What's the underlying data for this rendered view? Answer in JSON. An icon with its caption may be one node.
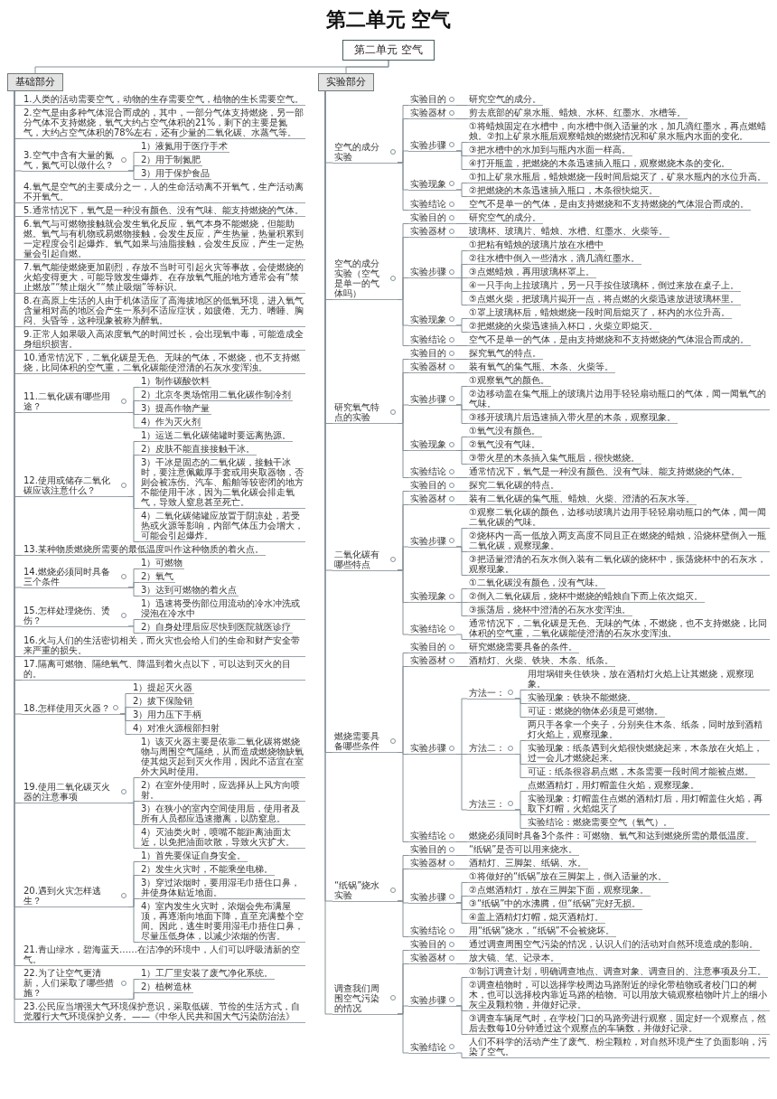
{
  "diagram": {
    "title": "第二单元 空气",
    "nodes": [
      {
        "text": [
          "第二单元 空气"
        ]
      },
      {
        "text": [
          "基础部分"
        ]
      },
      {
        "text": [
          "1.人类的活动需要空气，动物的生存需要空气，植物的生长需要空气。"
        ]
      },
      {
        "text": [
          "2.空气是由多种气体混合而成的，其中，一部分气体支持燃烧，另一部分气体不支持燃烧，氧气大约占空气体积的21%，剩下的主要是氮气，大约占空气体积的78%左右，还有少量的二氧化碳、水蒸气等。"
        ]
      },
      {
        "text": [
          "3.空气中含有大量的氮气，氮气可以做什么？"
        ]
      },
      {
        "text": [
          "1）液氮用于医疗手术"
        ]
      },
      {
        "text": [
          "2）用于制氮肥"
        ]
      },
      {
        "text": [
          "3）用于保护食品"
        ]
      },
      {
        "text": [
          "4.氧气是空气的主要成分之一，人的生命活动离不开氧气，生产活动离不开氧气。"
        ]
      },
      {
        "text": [
          "5.通常情况下，氧气是一种没有颜色、没有气味、能支持燃烧的气体。"
        ]
      },
      {
        "text": [
          "6.氧气与可燃物接触就会发生氧化反应，氧气本身不能燃烧，但能助燃。氧气与有机物或易燃物接触，会发生反应，产生热量，热量积累到一定程度会引起爆炸。氧气如果与油脂接触，会发生反应，产生一定热量会引起自燃。"
        ]
      },
      {
        "text": [
          "7.氧气能使燃烧更加剧烈，存放不当时可引起火灾等事故，会使燃烧的火焰变得更大，可能导致发生爆炸。在存放氧气瓶的地方通常会有“禁止燃放”“禁止烟火”“禁止吸烟”等标识。"
        ]
      },
      {
        "text": [
          "8.在高原上生活的人由于机体适应了高海拔地区的低氧环境，进入氧气含量相对高的地区会产生一系列不适应症状，如疲倦、无力、嗜睡、胸闷、头昏等，这种现象被称为醉氧。"
        ]
      },
      {
        "text": [
          "9.正常人如果吸入高浓度氧气的时间过长，会出现氧中毒，可能造成全身组织损害。"
        ]
      },
      {
        "text": [
          "10.通常情况下，二氧化碳是无色、无味的气体，不燃烧，也不支持燃烧，比同体积的空气重，二氧化碳能使澄清的石灰水变浑浊。"
        ]
      },
      {
        "text": [
          "11.二氧化碳有哪些用途？"
        ]
      },
      {
        "text": [
          "1）制作碳酸饮料"
        ]
      },
      {
        "text": [
          "2）北京冬奥场馆用二氧化碳作制冷剂"
        ]
      },
      {
        "text": [
          "3）提高作物产量"
        ]
      },
      {
        "text": [
          "4）作为灭火剂"
        ]
      },
      {
        "text": [
          "12.使用或储存二氧化碳应该注意什么？"
        ]
      },
      {
        "text": [
          "1）运送二氧化碳储罐时要远离热源。"
        ]
      },
      {
        "text": [
          "2）皮肤不能直接接触干冰。"
        ]
      },
      {
        "text": [
          "3）干冰是固态的二氧化碳，接触干冰时，要注意佩戴厚手套或用夹取器物，否则会被冻伤。汽车、船舶等较密闭的地方不能使用干冰，因为二氧化碳会排走氧气，导致人窒息甚至死亡。"
        ]
      },
      {
        "text": [
          "4）二氧化碳储罐应放置于阴凉处，若受热或火源等影响，内部气体压力会增大，可能会引起爆炸。"
        ]
      },
      {
        "text": [
          "13.某种物质燃烧所需要的最低温度叫作这种物质的着火点。"
        ]
      },
      {
        "text": [
          "14.燃烧必须同时具备三个条件"
        ]
      },
      {
        "text": [
          "1）可燃物"
        ]
      },
      {
        "text": [
          "2）氧气"
        ]
      },
      {
        "text": [
          "3）达到可燃物的着火点"
        ]
      },
      {
        "text": [
          "15.怎样处理烧伤、烫伤？"
        ]
      },
      {
        "text": [
          "1）迅速将受伤部位用流动的冷水冲洗或浸泡在冷水中"
        ]
      },
      {
        "text": [
          "2）自身处理后应尽快到医院就医诊疗"
        ]
      },
      {
        "text": [
          "16.火与人们的生活密切相关，而火灾也会给人们的生命和财产安全带来严重的损失。"
        ]
      },
      {
        "text": [
          "17.隔离可燃物、隔绝氧气、降温到着火点以下，可以达到灭火的目的。"
        ]
      },
      {
        "text": [
          "18.怎样使用灭火器？"
        ]
      },
      {
        "text": [
          "1）提起灭火器"
        ]
      },
      {
        "text": [
          "2）拔下保险销"
        ]
      },
      {
        "text": [
          "3）用力压下手柄"
        ]
      },
      {
        "text": [
          "4）对准火源根部扫射"
        ]
      },
      {
        "text": [
          "19.使用二氧化碳灭火器的注意事项"
        ]
      },
      {
        "text": [
          "1）该灭火器主要是依靠二氧化碳将燃烧物与周围空气隔绝，从而造成燃烧物缺氧使其熄灭起到灭火作用，因此不适宜在室外大风时使用。"
        ]
      },
      {
        "text": [
          "2）在室外使用时，应选择从上风方向喷射。"
        ]
      },
      {
        "text": [
          "3）在狭小的室内空间使用后，使用者及所有人员都应迅速撤离，以防窒息。"
        ]
      },
      {
        "text": [
          "4）灭油类火时，喷嘴不能距离油面太近，以免把油面吹散，导致火灾扩大。"
        ]
      },
      {
        "text": [
          "20.遇到火灾怎样逃生？"
        ]
      },
      {
        "text": [
          "1）首先要保证自身安全。"
        ]
      },
      {
        "text": [
          "2）发生火灾时，不能乘坐电梯。"
        ]
      },
      {
        "text": [
          "3）穿过浓烟时，要用湿毛巾捂住口鼻，并使身体贴近地面。"
        ]
      },
      {
        "text": [
          "4）室内发生火灾时，浓烟会先布满屋顶，再逐渐向地面下降，直至充满整个空间。因此，逃生时要用湿毛巾捂住口鼻，尽量压低身体，以减少浓烟的伤害。"
        ]
      },
      {
        "text": [
          "21.青山绿水，碧海蓝天……在洁净的环境中，人们可以呼吸清新的空气。"
        ]
      },
      {
        "text": [
          "22.为了让空气更清新，人们采取了哪些措施？"
        ]
      },
      {
        "text": [
          "1）工厂里安装了废气净化系统。"
        ]
      },
      {
        "text": [
          "2）植树造林"
        ]
      },
      {
        "text": [
          "23.公民应当增强大气环境保护意识，采取低碳、节俭的生活方式，自觉履行大气环境保护义务。——《中华人民共和国大气污染防治法》"
        ]
      },
      {
        "text": [
          "实验部分"
        ]
      },
      {
        "text": [
          "空气的成分实验"
        ]
      },
      {
        "text": [
          "实验目的"
        ]
      },
      {
        "text": [
          "研究空气的成分。"
        ]
      },
      {
        "text": [
          "实验器材"
        ]
      },
      {
        "text": [
          "剪去底部的矿泉水瓶、蜡烛、水杯、红墨水、水槽等。"
        ]
      },
      {
        "text": [
          "实验步骤"
        ]
      },
      {
        "text": [
          "①将蜡烛固定在水槽中，向水槽中倒入适量的水，加几滴红墨水，再点燃蜡烛。②扣上矿泉水瓶后观察蜡烛的燃烧情况和矿泉水瓶内水面的变化。"
        ]
      },
      {
        "text": [
          "③把水槽中的水加到与瓶内水面一样高。"
        ]
      },
      {
        "text": [
          "④打开瓶盖，把燃烧的木条迅速插入瓶口，观察燃烧木条的变化。"
        ]
      },
      {
        "text": [
          "实验现象"
        ]
      },
      {
        "text": [
          "①扣上矿泉水瓶后，蜡烛燃烧一段时间后熄灭了，矿泉水瓶内的水位升高。"
        ]
      },
      {
        "text": [
          "②把燃烧的木条迅速插入瓶口，木条很快熄灭。"
        ]
      },
      {
        "text": [
          "实验结论"
        ]
      },
      {
        "text": [
          "空气不是单一的气体，是由支持燃烧和不支持燃烧的气体混合而成的。"
        ]
      },
      {
        "text": [
          "空气的成分实验（空气是单一的气体吗）"
        ]
      },
      {
        "text": [
          "实验目的"
        ]
      },
      {
        "text": [
          "研究空气的成分。"
        ]
      },
      {
        "text": [
          "实验器材"
        ]
      },
      {
        "text": [
          "玻璃杯、玻璃片、蜡烛、水槽、红墨水、火柴等。"
        ]
      },
      {
        "text": [
          "实验步骤"
        ]
      },
      {
        "text": [
          "①把粘有蜡烛的玻璃片放在水槽中"
        ]
      },
      {
        "text": [
          "②往水槽中倒入一些清水，滴几滴红墨水。"
        ]
      },
      {
        "text": [
          "③点燃蜡烛，再用玻璃杯罩上。"
        ]
      },
      {
        "text": [
          "④一只手向上拉玻璃片，另一只手按住玻璃杯，倒过来放在桌子上。"
        ]
      },
      {
        "text": [
          "⑤点燃火柴，把玻璃片揭开一点，将点燃的火柴迅速放进玻璃杯里。"
        ]
      },
      {
        "text": [
          "实验现象"
        ]
      },
      {
        "text": [
          "①罩上玻璃杯后，蜡烛燃烧一段时间后熄灭了，杯内的水位升高。"
        ]
      },
      {
        "text": [
          "②把燃烧的火柴迅速插入杯口，火柴立即熄灭。"
        ]
      },
      {
        "text": [
          "实验结论"
        ]
      },
      {
        "text": [
          "空气不是单一的气体，是由支持燃烧和不支持燃烧的气体混合而成的。"
        ]
      },
      {
        "text": [
          "研究氧气特点的实验"
        ]
      },
      {
        "text": [
          "实验目的"
        ]
      },
      {
        "text": [
          "探究氧气的特点。"
        ]
      },
      {
        "text": [
          "实验器材"
        ]
      },
      {
        "text": [
          "装有氧气的集气瓶、木条、火柴等。"
        ]
      },
      {
        "text": [
          "实验步骤"
        ]
      },
      {
        "text": [
          "①观察氧气的颜色。"
        ]
      },
      {
        "text": [
          "②边移动盖在集气瓶上的玻璃片边用手轻轻扇动瓶口的气体，闻一闻氧气的气味。"
        ]
      },
      {
        "text": [
          "③移开玻璃片后迅速插入带火星的木条，观察现象。"
        ]
      },
      {
        "text": [
          "实验现象"
        ]
      },
      {
        "text": [
          "①氧气没有颜色。"
        ]
      },
      {
        "text": [
          "②氧气没有气味。"
        ]
      },
      {
        "text": [
          "③带火星的木条插入集气瓶后，很快燃烧。"
        ]
      },
      {
        "text": [
          "实验结论"
        ]
      },
      {
        "text": [
          "通常情况下，氧气是一种没有颜色、没有气味、能支持燃烧的气体。"
        ]
      },
      {
        "text": [
          "二氧化碳有哪些特点"
        ]
      },
      {
        "text": [
          "实验目的"
        ]
      },
      {
        "text": [
          "探究二氧化碳的特点。"
        ]
      },
      {
        "text": [
          "实验器材"
        ]
      },
      {
        "text": [
          "装有二氧化碳的集气瓶、蜡烛、火柴、澄清的石灰水等。"
        ]
      },
      {
        "text": [
          "实验步骤"
        ]
      },
      {
        "text": [
          "①观察二氧化碳的颜色，边移动玻璃片边用手轻轻扇动瓶口的气体，闻一闻二氧化碳的气味。"
        ]
      },
      {
        "text": [
          "②烧杯内一高一低放入两支高度不同且正在燃烧的蜡烛，沿烧杯壁倒入一瓶二氧化碳，观察现象。"
        ]
      },
      {
        "text": [
          "③把适量澄清的石灰水倒入装有二氧化碳的烧杯中，振荡烧杯中的石灰水，观察现象。"
        ]
      },
      {
        "text": [
          "实验现象"
        ]
      },
      {
        "text": [
          "①二氧化碳没有颜色，没有气味。"
        ]
      },
      {
        "text": [
          "②倒入二氧化碳后，烧杯中燃烧的蜡烛自下而上依次熄灭。"
        ]
      },
      {
        "text": [
          "③振荡后，烧杯中澄清的石灰水变浑浊。"
        ]
      },
      {
        "text": [
          "实验结论"
        ]
      },
      {
        "text": [
          "通常情况下，二氧化碳是无色、无味的气体，不燃烧，也不支持燃烧，比同体积的空气重，二氧化碳能使澄清的石灰水变浑浊。"
        ]
      },
      {
        "text": [
          "燃烧需要具备哪些条件"
        ]
      },
      {
        "text": [
          "实验目的"
        ]
      },
      {
        "text": [
          "研究燃烧需要具备的条件。"
        ]
      },
      {
        "text": [
          "实验器材"
        ]
      },
      {
        "text": [
          "酒精灯、火柴、铁块、木条、纸条。"
        ]
      },
      {
        "text": [
          "实验步骤"
        ]
      },
      {
        "text": [
          "方法一："
        ]
      },
      {
        "text": [
          "用坩埚钳夹住铁块，放在酒精灯火焰上让其燃烧，观察现象。"
        ]
      },
      {
        "text": [
          "实验现象：铁块不能燃烧。"
        ]
      },
      {
        "text": [
          "可证：燃烧的物体必须是可燃物。"
        ]
      },
      {
        "text": [
          "方法二："
        ]
      },
      {
        "text": [
          "两只手各拿一个夹子，分别夹住木条、纸条，同时放到酒精灯火焰上，观察现象。"
        ]
      },
      {
        "text": [
          "实验现象：纸条遇到火焰很快燃烧起来，木条放在火焰上，过一会儿才燃烧起来。"
        ]
      },
      {
        "text": [
          "可证：纸条很容易点燃，木条需要一段时间才能被点燃。"
        ]
      },
      {
        "text": [
          "方法三："
        ]
      },
      {
        "text": [
          "点燃酒精灯，用灯帽盖住火焰，观察现象。"
        ]
      },
      {
        "text": [
          "实验现象：灯帽盖住点燃的酒精灯后，用灯帽盖住火焰，再取下灯帽，火焰熄灭了"
        ]
      },
      {
        "text": [
          "实验结论：燃烧需要空气（氧气）。"
        ]
      },
      {
        "text": [
          "实验结论"
        ]
      },
      {
        "text": [
          "燃烧必须同时具备3个条件：可燃物、氧气和达到燃烧所需的最低温度。"
        ]
      },
      {
        "text": [
          "“纸锅”烧水实验"
        ]
      },
      {
        "text": [
          "实验目的"
        ]
      },
      {
        "text": [
          "“纸锅”是否可以用来烧水。"
        ]
      },
      {
        "text": [
          "实验器材"
        ]
      },
      {
        "text": [
          "酒精灯、三脚架、纸锅、水。"
        ]
      },
      {
        "text": [
          "实验步骤"
        ]
      },
      {
        "text": [
          "①将做好的“纸锅”放在三脚架上，倒入适量的水。"
        ]
      },
      {
        "text": [
          "②点燃酒精灯，放在三脚架下面，观察现象。"
        ]
      },
      {
        "text": [
          "③“纸锅”中的水沸腾，但“纸锅”完好无损。"
        ]
      },
      {
        "text": [
          "④盖上酒精灯灯帽，熄灭酒精灯。"
        ]
      },
      {
        "text": [
          "实验结论"
        ]
      },
      {
        "text": [
          "用“纸锅”烧水，“纸锅”不会被烧坏。"
        ]
      },
      {
        "text": [
          "调查我们周围空气污染的情况"
        ]
      },
      {
        "text": [
          "实验目的"
        ]
      },
      {
        "text": [
          "通过调查周围空气污染的情况，认识人们的活动对自然环境造成的影响。"
        ]
      },
      {
        "text": [
          "实验器材"
        ]
      },
      {
        "text": [
          "放大镜、笔、记录本。"
        ]
      },
      {
        "text": [
          "实验步骤"
        ]
      },
      {
        "text": [
          "①制订调查计划，明确调查地点、调查对象、调查目的、注意事项及分工。"
        ]
      },
      {
        "text": [
          "②调查植物时，可以选择学校周边马路附近的绿化带植物或者校门口的树木，也可以选择校内靠近马路的植物。可以用放大镜观察植物叶片上的细小灰尘及颗粒物，并做好记录。"
        ]
      },
      {
        "text": [
          "③调查车辆尾气时，在学校门口的马路旁进行观察，固定好一个观察点，然后去数每10分钟通过这个观察点的车辆数，并做好记录。"
        ]
      },
      {
        "text": [
          "实验结论"
        ]
      },
      {
        "text": [
          "人们不科学的活动产生了废气、粉尘颗粒，对自然环境产生了负面影响，污染了空气。"
        ]
      }
    ],
    "edges": [
      {
        "from": 0,
        "to": 1,
        "arrow": "none"
      },
      {
        "from": 0,
        "to": 55,
        "arrow": "none"
      },
      {
        "from": 1,
        "to": 2,
        "arrow": "none"
      },
      {
        "from": 1,
        "to": 3,
        "arrow": "none"
      },
      {
        "from": 1,
        "to": 4,
        "arrow": "none"
      },
      {
        "from": 1,
        "to": 8,
        "arrow": "none"
      },
      {
        "from": 1,
        "to": 9,
        "arrow": "none"
      },
      {
        "from": 1,
        "to": 10,
        "arrow": "none"
      },
      {
        "from": 1,
        "to": 11,
        "arrow": "none"
      },
      {
        "from": 1,
        "to": 12,
        "arrow": "none"
      },
      {
        "from": 1,
        "to": 13,
        "arrow": "none"
      },
      {
        "from": 1,
        "to": 14,
        "arrow": "none"
      },
      {
        "from": 1,
        "to": 15,
        "arrow": "none"
      },
      {
        "from": 1,
        "to": 20,
        "arrow": "none"
      },
      {
        "from": 1,
        "to": 25,
        "arrow": "none"
      },
      {
        "from": 1,
        "to": 26,
        "arrow": "none"
      },
      {
        "from": 1,
        "to": 30,
        "arrow": "none"
      },
      {
        "from": 1,
        "to": 33,
        "arrow": "none"
      },
      {
        "from": 1,
        "to": 34,
        "arrow": "none"
      },
      {
        "from": 1,
        "to": 35,
        "arrow": "none"
      },
      {
        "from": 1,
        "to": 40,
        "arrow": "none"
      },
      {
        "from": 1,
        "to": 45,
        "arrow": "none"
      },
      {
        "from": 1,
        "to": 50,
        "arrow": "none"
      },
      {
        "from": 1,
        "to": 51,
        "arrow": "none"
      },
      {
        "from": 1,
        "to": 54,
        "arrow": "none"
      },
      {
        "from": 4,
        "to": 5,
        "arrow": "none"
      },
      {
        "from": 4,
        "to": 6,
        "arrow": "none"
      },
      {
        "from": 4,
        "to": 7,
        "arrow": "none"
      },
      {
        "from": 15,
        "to": 16,
        "arrow": "none"
      },
      {
        "from": 15,
        "to": 17,
        "arrow": "none"
      },
      {
        "from": 15,
        "to": 18,
        "arrow": "none"
      },
      {
        "from": 15,
        "to": 19,
        "arrow": "none"
      },
      {
        "from": 20,
        "to": 21,
        "arrow": "none"
      },
      {
        "from": 20,
        "to": 22,
        "arrow": "none"
      },
      {
        "from": 20,
        "to": 23,
        "arrow": "none"
      },
      {
        "from": 20,
        "to": 24,
        "arrow": "none"
      },
      {
        "from": 26,
        "to": 27,
        "arrow": "none"
      },
      {
        "from": 26,
        "to": 28,
        "arrow": "none"
      },
      {
        "from": 26,
        "to": 29,
        "arrow": "none"
      },
      {
        "from": 30,
        "to": 31,
        "arrow": "none"
      },
      {
        "from": 30,
        "to": 32,
        "arrow": "none"
      },
      {
        "from": 35,
        "to": 36,
        "arrow": "none"
      },
      {
        "from": 35,
        "to": 37,
        "arrow": "none"
      },
      {
        "from": 35,
        "to": 38,
        "arrow": "none"
      },
      {
        "from": 35,
        "to": 39,
        "arrow": "none"
      },
      {
        "from": 40,
        "to": 41,
        "arrow": "none"
      },
      {
        "from": 40,
        "to": 42,
        "arrow": "none"
      },
      {
        "from": 40,
        "to": 43,
        "arrow": "none"
      },
      {
        "from": 40,
        "to": 44,
        "arrow": "none"
      },
      {
        "from": 45,
        "to": 46,
        "arrow": "none"
      },
      {
        "from": 45,
        "to": 47,
        "arrow": "none"
      },
      {
        "from": 45,
        "to": 48,
        "arrow": "none"
      },
      {
        "from": 45,
        "to": 49,
        "arrow": "none"
      },
      {
        "from": 51,
        "to": 52,
        "arrow": "none"
      },
      {
        "from": 51,
        "to": 53,
        "arrow": "none"
      },
      {
        "from": 55,
        "to": 56,
        "arrow": "none"
      },
      {
        "from": 55,
        "to": 70,
        "arrow": "none"
      },
      {
        "from": 55,
        "to": 86,
        "arrow": "none"
      },
      {
        "from": 55,
        "to": 101,
        "arrow": "none"
      },
      {
        "from": 55,
        "to": 116,
        "arrow": "none"
      },
      {
        "from": 55,
        "to": 136,
        "arrow": "none"
      },
      {
        "from": 55,
        "to": 148,
        "arrow": "none"
      },
      {
        "from": 56,
        "to": 57,
        "arrow": "none"
      },
      {
        "from": 56,
        "to": 59,
        "arrow": "none"
      },
      {
        "from": 56,
        "to": 61,
        "arrow": "none"
      },
      {
        "from": 56,
        "to": 65,
        "arrow": "none"
      },
      {
        "from": 56,
        "to": 68,
        "arrow": "none"
      },
      {
        "from": 57,
        "to": 58,
        "arrow": "none"
      },
      {
        "from": 59,
        "to": 60,
        "arrow": "none"
      },
      {
        "from": 61,
        "to": 62,
        "arrow": "none"
      },
      {
        "from": 61,
        "to": 63,
        "arrow": "none"
      },
      {
        "from": 61,
        "to": 64,
        "arrow": "none"
      },
      {
        "from": 65,
        "to": 66,
        "arrow": "none"
      },
      {
        "from": 65,
        "to": 67,
        "arrow": "none"
      },
      {
        "from": 68,
        "to": 69,
        "arrow": "none"
      },
      {
        "from": 70,
        "to": 71,
        "arrow": "none"
      },
      {
        "from": 70,
        "to": 73,
        "arrow": "none"
      },
      {
        "from": 70,
        "to": 75,
        "arrow": "none"
      },
      {
        "from": 70,
        "to": 81,
        "arrow": "none"
      },
      {
        "from": 70,
        "to": 84,
        "arrow": "none"
      },
      {
        "from": 71,
        "to": 72,
        "arrow": "none"
      },
      {
        "from": 73,
        "to": 74,
        "arrow": "none"
      },
      {
        "from": 75,
        "to": 76,
        "arrow": "none"
      },
      {
        "from": 75,
        "to": 77,
        "arrow": "none"
      },
      {
        "from": 75,
        "to": 78,
        "arrow": "none"
      },
      {
        "from": 75,
        "to": 79,
        "arrow": "none"
      },
      {
        "from": 75,
        "to": 80,
        "arrow": "none"
      },
      {
        "from": 81,
        "to": 82,
        "arrow": "none"
      },
      {
        "from": 81,
        "to": 83,
        "arrow": "none"
      },
      {
        "from": 84,
        "to": 85,
        "arrow": "none"
      },
      {
        "from": 86,
        "to": 87,
        "arrow": "none"
      },
      {
        "from": 86,
        "to": 89,
        "arrow": "none"
      },
      {
        "from": 86,
        "to": 91,
        "arrow": "none"
      },
      {
        "from": 86,
        "to": 95,
        "arrow": "none"
      },
      {
        "from": 86,
        "to": 99,
        "arrow": "none"
      },
      {
        "from": 87,
        "to": 88,
        "arrow": "none"
      },
      {
        "from": 89,
        "to": 90,
        "arrow": "none"
      },
      {
        "from": 91,
        "to": 92,
        "arrow": "none"
      },
      {
        "from": 91,
        "to": 93,
        "arrow": "none"
      },
      {
        "from": 91,
        "to": 94,
        "arrow": "none"
      },
      {
        "from": 95,
        "to": 96,
        "arrow": "none"
      },
      {
        "from": 95,
        "to": 97,
        "arrow": "none"
      },
      {
        "from": 95,
        "to": 98,
        "arrow": "none"
      },
      {
        "from": 99,
        "to": 100,
        "arrow": "none"
      },
      {
        "from": 101,
        "to": 102,
        "arrow": "none"
      },
      {
        "from": 101,
        "to": 104,
        "arrow": "none"
      },
      {
        "from": 101,
        "to": 106,
        "arrow": "none"
      },
      {
        "from": 101,
        "to": 110,
        "arrow": "none"
      },
      {
        "from": 101,
        "to": 114,
        "arrow": "none"
      },
      {
        "from": 102,
        "to": 103,
        "arrow": "none"
      },
      {
        "from": 104,
        "to": 105,
        "arrow": "none"
      },
      {
        "from": 106,
        "to": 107,
        "arrow": "none"
      },
      {
        "from": 106,
        "to": 108,
        "arrow": "none"
      },
      {
        "from": 106,
        "to": 109,
        "arrow": "none"
      },
      {
        "from": 110,
        "to": 111,
        "arrow": "none"
      },
      {
        "from": 110,
        "to": 112,
        "arrow": "none"
      },
      {
        "from": 110,
        "to": 113,
        "arrow": "none"
      },
      {
        "from": 114,
        "to": 115,
        "arrow": "none"
      },
      {
        "from": 116,
        "to": 117,
        "arrow": "none"
      },
      {
        "from": 116,
        "to": 119,
        "arrow": "none"
      },
      {
        "from": 116,
        "to": 121,
        "arrow": "none"
      },
      {
        "from": 116,
        "to": 134,
        "arrow": "none"
      },
      {
        "from": 117,
        "to": 118,
        "arrow": "none"
      },
      {
        "from": 119,
        "to": 120,
        "arrow": "none"
      },
      {
        "from": 121,
        "to": 122,
        "arrow": "none"
      },
      {
        "from": 121,
        "to": 126,
        "arrow": "none"
      },
      {
        "from": 121,
        "to": 130,
        "arrow": "none"
      },
      {
        "from": 122,
        "to": 123,
        "arrow": "none"
      },
      {
        "from": 122,
        "to": 124,
        "arrow": "none"
      },
      {
        "from": 122,
        "to": 125,
        "arrow": "none"
      },
      {
        "from": 126,
        "to": 127,
        "arrow": "none"
      },
      {
        "from": 126,
        "to": 128,
        "arrow": "none"
      },
      {
        "from": 126,
        "to": 129,
        "arrow": "none"
      },
      {
        "from": 130,
        "to": 131,
        "arrow": "none"
      },
      {
        "from": 130,
        "to": 132,
        "arrow": "none"
      },
      {
        "from": 130,
        "to": 133,
        "arrow": "none"
      },
      {
        "from": 134,
        "to": 135,
        "arrow": "none"
      },
      {
        "from": 136,
        "to": 137,
        "arrow": "none"
      },
      {
        "from": 136,
        "to": 139,
        "arrow": "none"
      },
      {
        "from": 136,
        "to": 141,
        "arrow": "none"
      },
      {
        "from": 136,
        "to": 146,
        "arrow": "none"
      },
      {
        "from": 137,
        "to": 138,
        "arrow": "none"
      },
      {
        "from": 139,
        "to": 140,
        "arrow": "none"
      },
      {
        "from": 141,
        "to": 142,
        "arrow": "none"
      },
      {
        "from": 141,
        "to": 143,
        "arrow": "none"
      },
      {
        "from": 141,
        "to": 144,
        "arrow": "none"
      },
      {
        "from": 141,
        "to": 145,
        "arrow": "none"
      },
      {
        "from": 146,
        "to": 147,
        "arrow": "none"
      },
      {
        "from": 148,
        "to": 149,
        "arrow": "none"
      },
      {
        "from": 148,
        "to": 151,
        "arrow": "none"
      },
      {
        "from": 148,
        "to": 153,
        "arrow": "none"
      },
      {
        "from": 148,
        "to": 157,
        "arrow": "none"
      },
      {
        "from": 149,
        "to": 150,
        "arrow": "none"
      },
      {
        "from": 151,
        "to": 152,
        "arrow": "none"
      },
      {
        "from": 153,
        "to": 154,
        "arrow": "none"
      },
      {
        "from": 153,
        "to": 155,
        "arrow": "none"
      },
      {
        "from": 153,
        "to": 156,
        "arrow": "none"
      },
      {
        "from": 157,
        "to": 158,
        "arrow": "none"
      }
    ]
  }
}
